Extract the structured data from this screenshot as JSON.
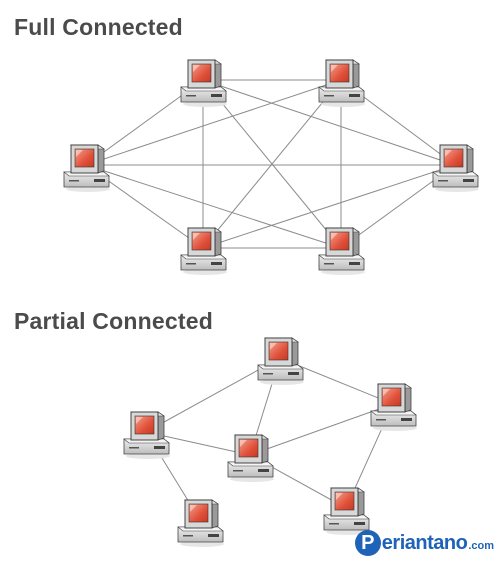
{
  "diagram": {
    "full": {
      "title": "Full Connected",
      "nodes": [
        "pc-top-left",
        "pc-top-right",
        "pc-left",
        "pc-right",
        "pc-bottom-left",
        "pc-bottom-right"
      ],
      "links": [
        [
          "pc-top-left",
          "pc-top-right"
        ],
        [
          "pc-top-left",
          "pc-left"
        ],
        [
          "pc-top-left",
          "pc-right"
        ],
        [
          "pc-top-left",
          "pc-bottom-left"
        ],
        [
          "pc-top-left",
          "pc-bottom-right"
        ],
        [
          "pc-top-right",
          "pc-left"
        ],
        [
          "pc-top-right",
          "pc-right"
        ],
        [
          "pc-top-right",
          "pc-bottom-left"
        ],
        [
          "pc-top-right",
          "pc-bottom-right"
        ],
        [
          "pc-left",
          "pc-right"
        ],
        [
          "pc-left",
          "pc-bottom-left"
        ],
        [
          "pc-left",
          "pc-bottom-right"
        ],
        [
          "pc-right",
          "pc-bottom-left"
        ],
        [
          "pc-right",
          "pc-bottom-right"
        ],
        [
          "pc-bottom-left",
          "pc-bottom-right"
        ]
      ]
    },
    "partial": {
      "title": "Partial Connected",
      "nodes": [
        "pc-top",
        "pc-right",
        "pc-left",
        "pc-center",
        "pc-bottom-left",
        "pc-bottom-right"
      ],
      "links": [
        [
          "pc-top",
          "pc-right"
        ],
        [
          "pc-top",
          "pc-left"
        ],
        [
          "pc-top",
          "pc-center"
        ],
        [
          "pc-left",
          "pc-center"
        ],
        [
          "pc-left",
          "pc-bottom-left"
        ],
        [
          "pc-center",
          "pc-right"
        ],
        [
          "pc-center",
          "pc-bottom-right"
        ],
        [
          "pc-right",
          "pc-bottom-right"
        ]
      ]
    }
  },
  "watermark": {
    "logo_letter": "P",
    "text": "eriantano",
    "tld": ".com"
  },
  "colors": {
    "title": "#4b4b4b",
    "link": "#8c8c8c",
    "screen": "#e0503a",
    "case": "#d2d2d2",
    "brand": "#1e63b8"
  },
  "icons": {
    "node": "desktop-computer-icon",
    "watermark": "periantano-logo-icon"
  }
}
